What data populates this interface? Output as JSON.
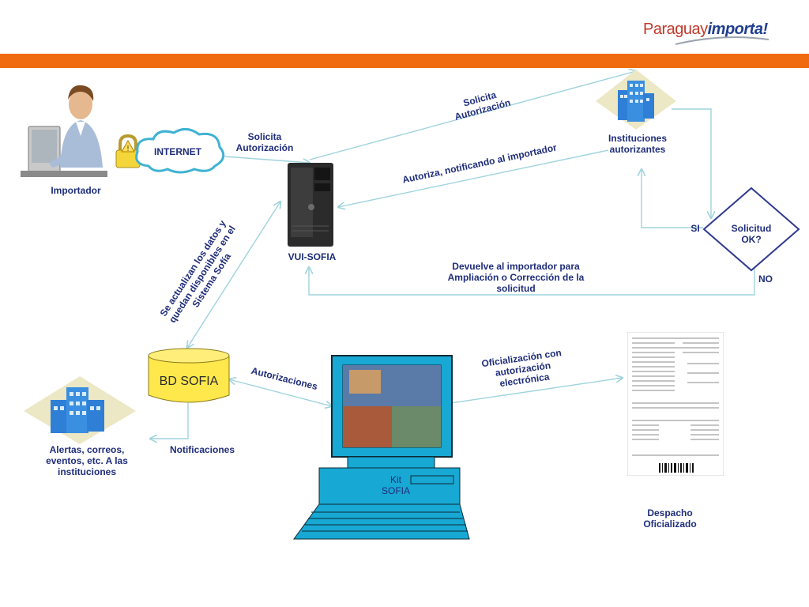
{
  "header": {
    "logo_part1": "Paraguay",
    "logo_part2": "importa!"
  },
  "colors": {
    "band": "#f06a10",
    "label": "#1f2d7a",
    "arrow": "#9fd3dd",
    "monitor": "#17a8d4",
    "database": "#ffe84c"
  },
  "nodes": {
    "importer": "Importador",
    "internet": "INTERNET",
    "server": "VUI-SOFIA",
    "institutions": [
      "Instituciones",
      "autorizantes"
    ],
    "decision": [
      "Solicitud",
      "OK?"
    ],
    "database": "BD SOFIA",
    "kit": [
      "Kit",
      "SOFIA"
    ],
    "alerts": [
      "Alertas, correos,",
      "eventos, etc. A las",
      "instituciones"
    ],
    "document": [
      "Despacho",
      "Oficializado"
    ]
  },
  "edges": {
    "importer_request": [
      "Solicita",
      "Autorización"
    ],
    "server_request": [
      "Solicita",
      "Autorización"
    ],
    "authorize": "Autoriza, notificando al importador",
    "yes": "SI",
    "no": "NO",
    "return": [
      "Devuelve al importador para",
      "Ampliación o Corrección de la",
      "solicitud"
    ],
    "update": [
      "Se actualizan los datos y",
      "quedan disponibles en el",
      "Sistema Sofía"
    ],
    "authorizations": "Autorizaciones",
    "notifications": "Notificaciones",
    "officialize": [
      "Oficialización con",
      "autorización",
      "electrónica"
    ]
  }
}
